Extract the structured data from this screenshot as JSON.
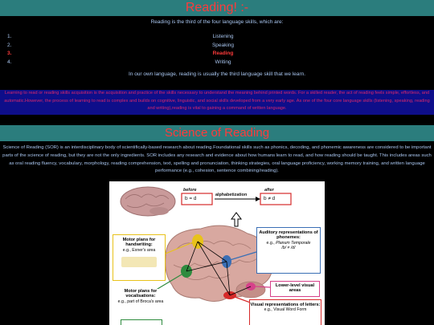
{
  "reading": {
    "banner_title": "Reading! :-",
    "intro": "Reading is the third of the four language skills, which are:",
    "skills": [
      {
        "num": "1.",
        "label": "Listening"
      },
      {
        "num": "2.",
        "label": "Speaking"
      },
      {
        "num": "3.",
        "label": "Reading"
      },
      {
        "num": "4.",
        "label": "Writing"
      }
    ],
    "own_language": "In our own language, reading is usually the third language skill that we learn.",
    "learning_paragraph": "Learning to read or reading skills acquisition is the acquisition and practice of the skills necessary to understand the meaning behind printed words. For a skilled reader, the act of reading feels simple, effortless, and automatic.However, the process of learning to read is complex and builds on cognitive, linguistic, and social skills developed from a very early age. As one of the four core language skills (listening, speaking, reading and writing),reading is vital to gaining a command of written language."
  },
  "sor": {
    "banner_title": "Science of Reading",
    "paragraph": "Science of Reading (SOR) is an interdisciplinary body of scientifically-based research about reading.Foundational skills such as phonics, decoding, and phonemic awareness are considered to be important parts of the science of reading, but they are not the only ingredients. SOR includes any research and evidence about how humans learn to read, and how reading should be taught. This includes areas such as oral reading fluency, vocabulary, morphology, reading comprehension, text, spelling and pronunciation, thinking strategies, oral language proficiency, working memory training, and written language performance (e.g., cohesion, sentence combining/reading)."
  },
  "figure": {
    "before_label": "before",
    "after_label": "after",
    "alphabetization_label": "alphabetization",
    "before_eq": "b = d",
    "after_eq": "b ≠ d",
    "motor_hand_title": "Motor plans for handwriting:",
    "motor_hand_sub": "e.g., Exner's area",
    "auditory_title": "Auditory representations of phonemes:",
    "auditory_sub_prefix": "e.g., ",
    "auditory_sub_italic": "Planum Temporale",
    "phoneme_text": "/b/ ≠ /d/",
    "lower_visual_title": "Lower-level visual areas",
    "motor_voc_title": "Motor plans for vocalisations:",
    "motor_voc_sub": "e.g., part of Broca's area",
    "visual_letters_title": "Visual representations of letters:",
    "visual_letters_sub": "e.g., Visual Word Form",
    "colors": {
      "banner": "#2b7d7d",
      "banner_text": "#ff3b3b",
      "body_text": "#a9c6f0",
      "learning_bg": "#0e0e8a",
      "learning_text": "#d8286b",
      "box_yellow": "#e8c21a",
      "box_blue": "#3a6fb5",
      "box_pink": "#d6418a",
      "box_green": "#2e8b3e",
      "box_red": "#d62a2a"
    }
  }
}
